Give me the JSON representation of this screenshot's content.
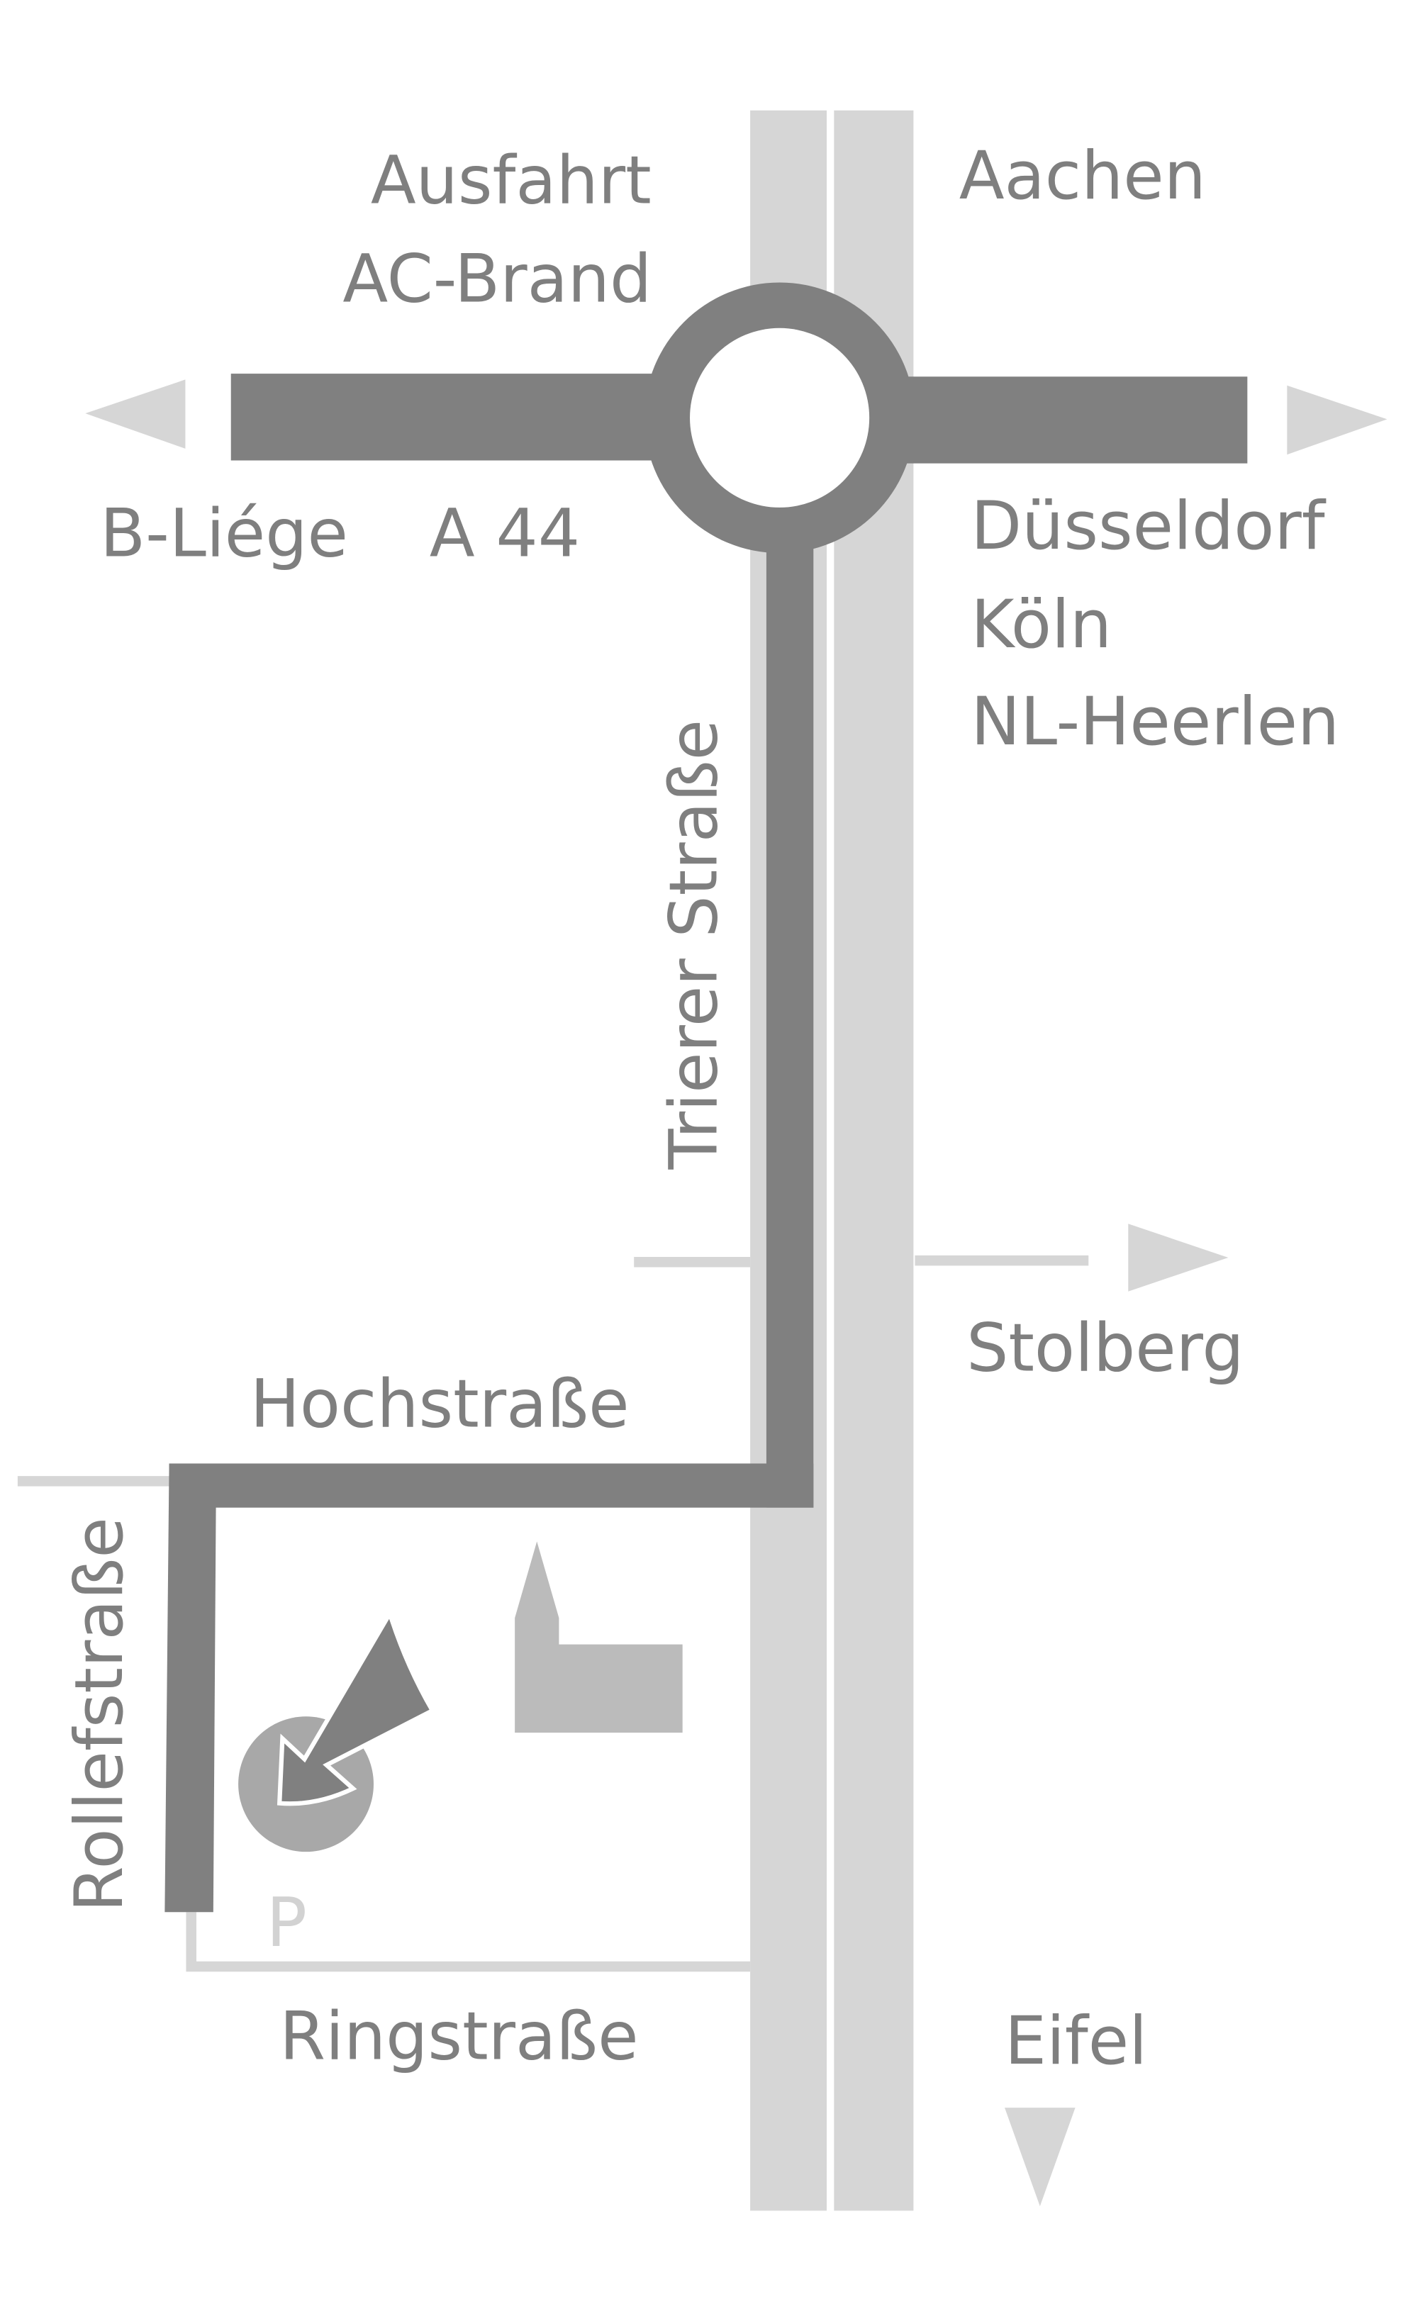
{
  "colors": {
    "road_main": "#808080",
    "road_minor": "#d6d6d6",
    "text": "#7f7f7f",
    "building": "#bbbbbb",
    "marker": "#a8a8a8"
  },
  "labels": {
    "exit_line1": "Ausfahrt",
    "exit_line2": "AC-Brand",
    "aachen": "Aachen",
    "liege": "B-Liége",
    "a44": "A 44",
    "duesseldorf": "Düsseldorf",
    "koeln": "Köln",
    "heerlen": "NL-Heerlen",
    "trierer": "Trierer Straße",
    "stolberg": "Stolberg",
    "hochstrasse": "Hochstraße",
    "rollefstrasse": "Rollefstraße",
    "ringstrasse": "Ringstraße",
    "eifel": "Eifel",
    "parking": "P"
  }
}
